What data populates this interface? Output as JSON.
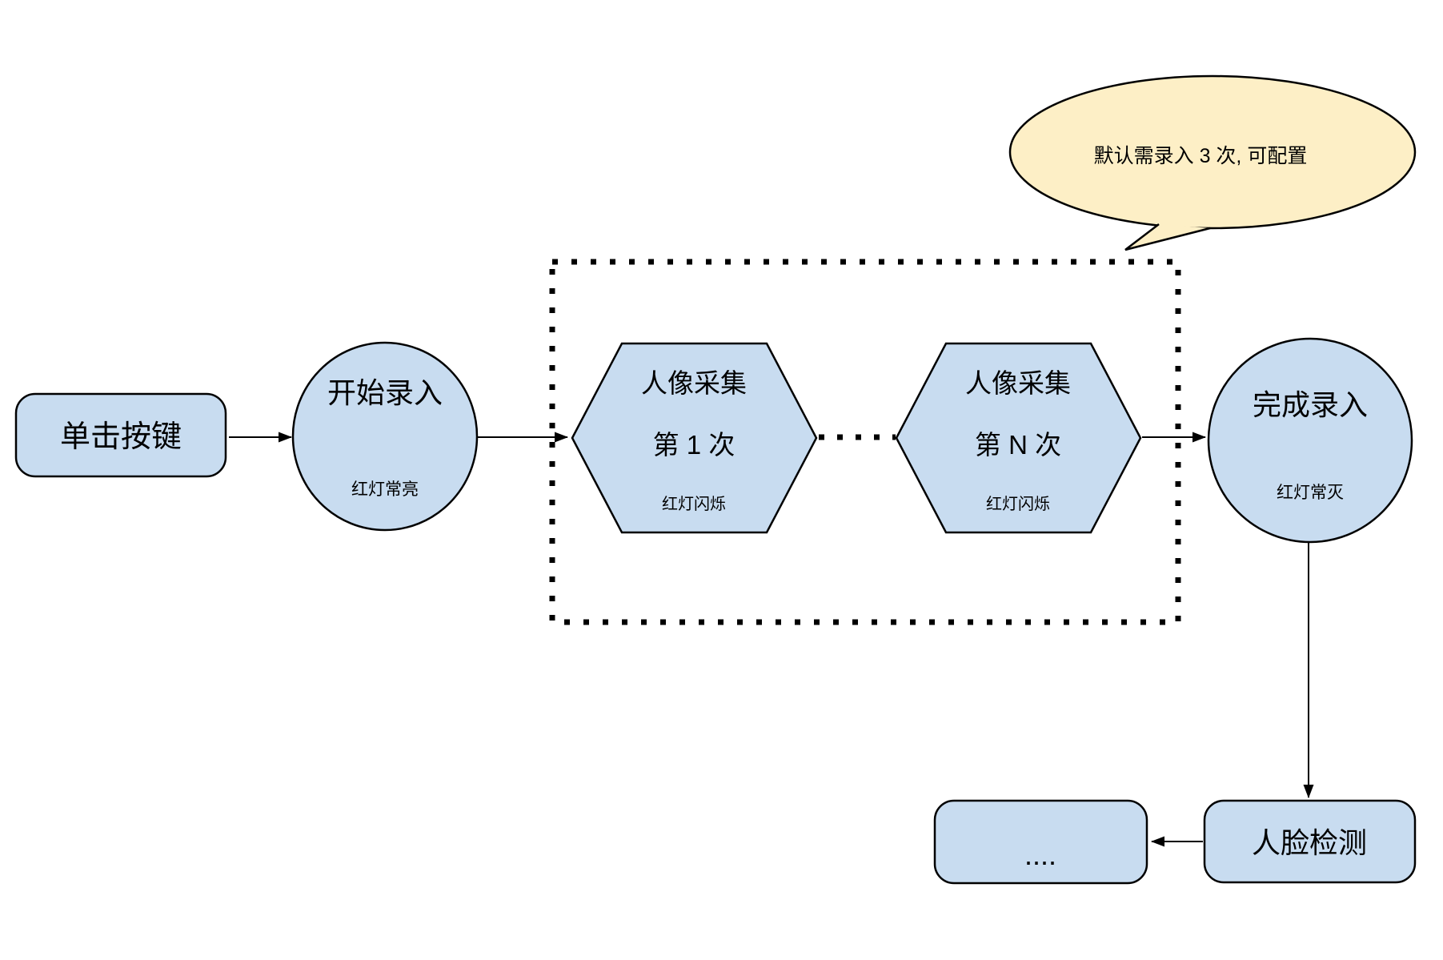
{
  "diagram": {
    "colors": {
      "shape_fill": "#c8dcf0",
      "bubble_fill": "#fdefc6",
      "stroke": "#000000",
      "background": "#ffffff"
    },
    "nodes": {
      "click_button": {
        "label": "单击按键"
      },
      "start_enroll": {
        "label": "开始录入",
        "sublabel": "红灯常亮"
      },
      "capture_first": {
        "line1": "人像采集",
        "line2": "第 1 次",
        "sublabel": "红灯闪烁"
      },
      "capture_nth": {
        "line1": "人像采集",
        "line2": "第 N 次",
        "sublabel": "红灯闪烁"
      },
      "finish_enroll": {
        "label": "完成录入",
        "sublabel": "红灯常灭"
      },
      "ellipsis_box": {
        "label": "...."
      },
      "face_detect": {
        "label": "人脸检测"
      }
    },
    "callout": {
      "text": "默认需录入 3 次, 可配置"
    }
  }
}
